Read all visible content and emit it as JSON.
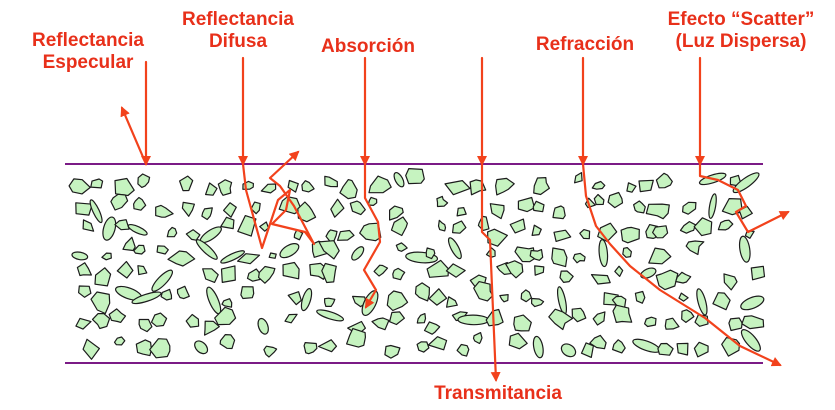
{
  "colors": {
    "text": "#e8301a",
    "arrow": "#f2421c",
    "boundary": "#7b1b86",
    "particle_fill": "#c6f3c0",
    "particle_stroke": "#1c1c1c"
  },
  "labels": {
    "specular": {
      "line1": "Reflectancia",
      "line2": "Especular"
    },
    "diffuse": {
      "line1": "Reflectancia",
      "line2": "Difusa"
    },
    "absorption": {
      "line1": "Absorción"
    },
    "refraction": {
      "line1": "Refracción"
    },
    "scatter": {
      "line1": "Efecto “Scatter”",
      "line2": "(Luz Dispersa)"
    },
    "transmittance": {
      "line1": "Transmitancia"
    }
  },
  "icons": {
    "arrows": "incident-ray-arrow",
    "particles": "green-particle-shape"
  }
}
